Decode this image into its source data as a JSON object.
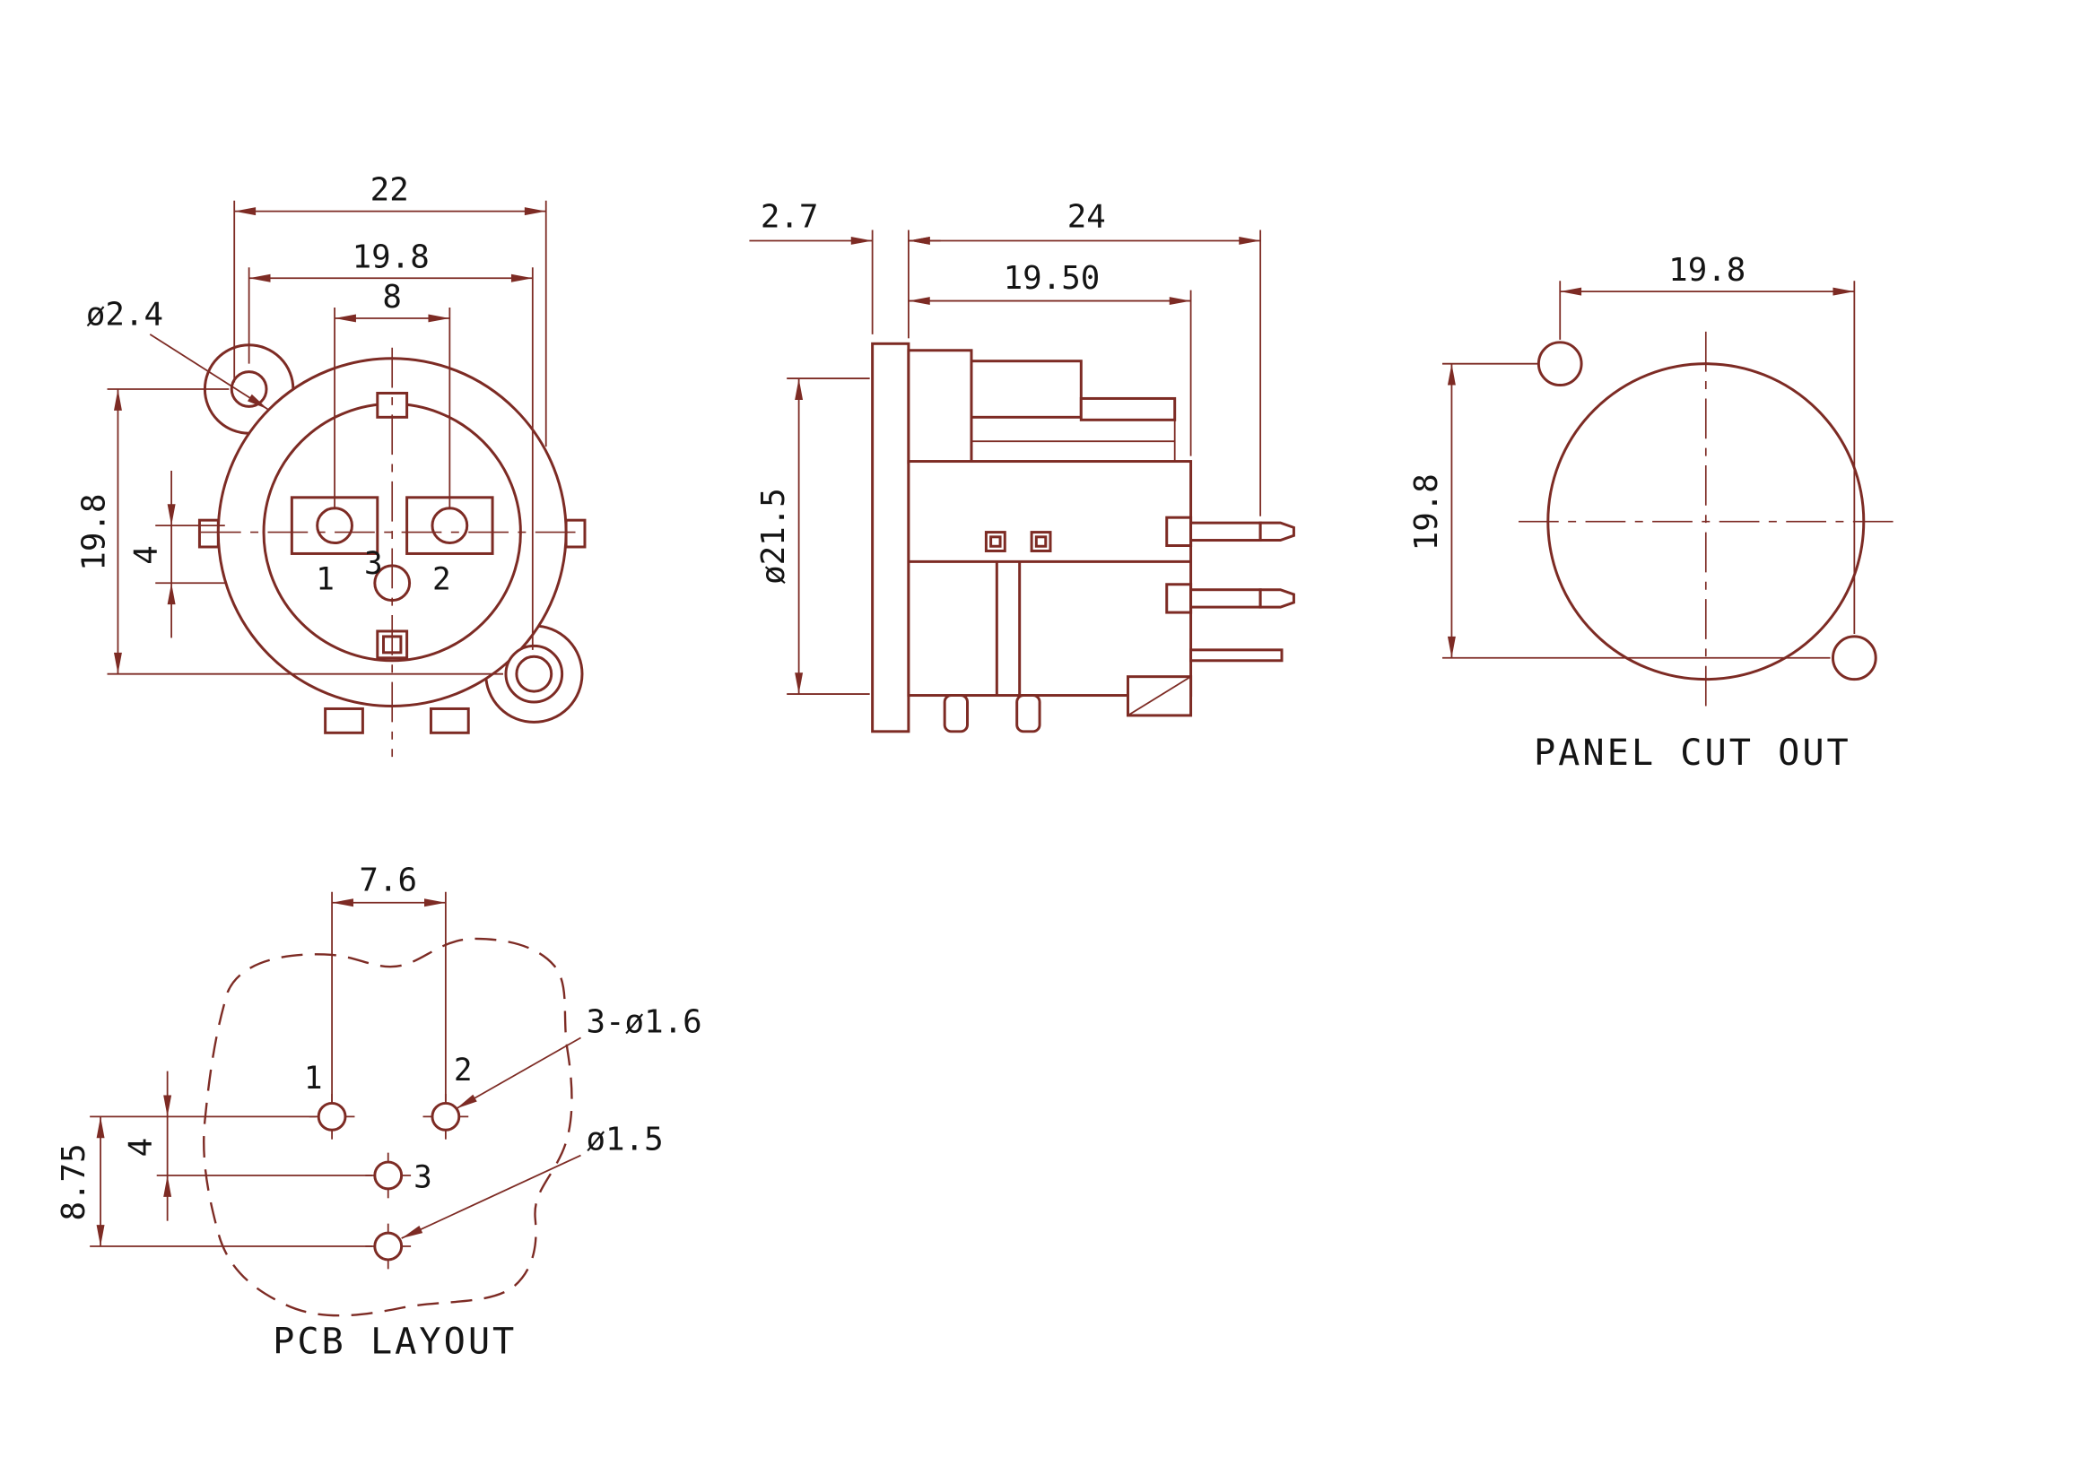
{
  "front_view": {
    "dim_width_overall": "22",
    "dim_width_holes": "19.8",
    "dim_pin_spacing": "8",
    "dim_mount_hole": "ø2.4",
    "dim_height_holes": "19.8",
    "dim_pin_row_offset": "4",
    "pin_1": "1",
    "pin_2": "2",
    "pin_3": "3"
  },
  "side_view": {
    "dim_flange_thickness": "2.7",
    "dim_depth_overall": "24",
    "dim_depth_body": "19.50",
    "dim_barrel_dia": "ø21.5"
  },
  "panel_cutout": {
    "dim_hole_spacing_h": "19.8",
    "dim_hole_spacing_v": "19.8",
    "caption": "PANEL CUT OUT"
  },
  "pcb_layout": {
    "dim_pin_spacing": "7.6",
    "dim_height_total": "8.75",
    "dim_row_offset": "4",
    "leader_pin_holes": "3-ø1.6",
    "leader_ground_hole": "ø1.5",
    "pin_1": "1",
    "pin_2": "2",
    "pin_3": "3",
    "caption": "PCB LAYOUT"
  }
}
